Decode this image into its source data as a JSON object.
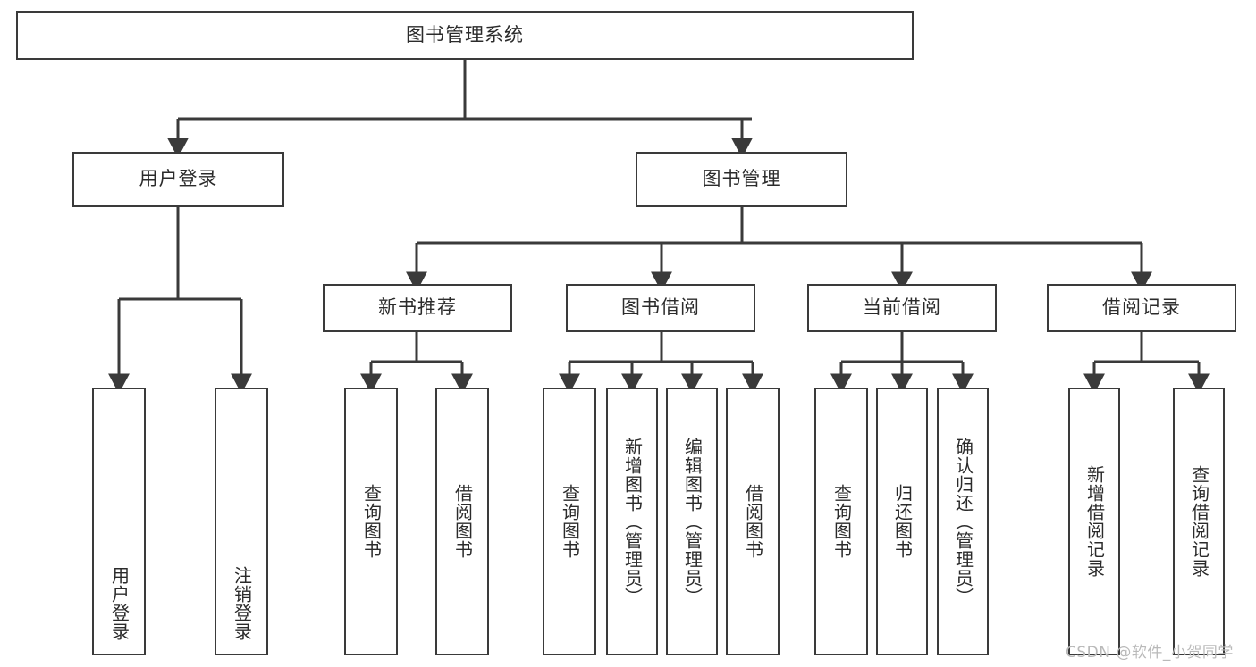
{
  "diagram": {
    "type": "tree-hierarchy",
    "title": "图书管理系统",
    "root": {
      "id": "root",
      "label": "图书管理系统"
    },
    "level1": [
      {
        "id": "user-login",
        "label": "用户登录"
      },
      {
        "id": "book-manage",
        "label": "图书管理"
      }
    ],
    "level2": [
      {
        "id": "new-book-rec",
        "label": "新书推荐",
        "parent": "book-manage"
      },
      {
        "id": "book-borrow",
        "label": "图书借阅",
        "parent": "book-manage"
      },
      {
        "id": "current-borrow",
        "label": "当前借阅",
        "parent": "book-manage"
      },
      {
        "id": "borrow-record",
        "label": "借阅记录",
        "parent": "book-manage"
      }
    ],
    "leaves": [
      {
        "id": "leaf-user-login",
        "label": "用户登录",
        "parent": "user-login"
      },
      {
        "id": "leaf-user-logout",
        "label": "注销登录",
        "parent": "user-login"
      },
      {
        "id": "leaf-query-book-1",
        "label": "查询图书",
        "parent": "new-book-rec"
      },
      {
        "id": "leaf-borrow-book-1",
        "label": "借阅图书",
        "parent": "new-book-rec"
      },
      {
        "id": "leaf-query-book-2",
        "label": "查询图书",
        "parent": "book-borrow"
      },
      {
        "id": "leaf-add-book",
        "label": "新增图书（管理员）",
        "parent": "book-borrow"
      },
      {
        "id": "leaf-edit-book",
        "label": "编辑图书（管理员）",
        "parent": "book-borrow"
      },
      {
        "id": "leaf-borrow-book-2",
        "label": "借阅图书",
        "parent": "book-borrow"
      },
      {
        "id": "leaf-query-book-3",
        "label": "查询图书",
        "parent": "current-borrow"
      },
      {
        "id": "leaf-return-book",
        "label": "归还图书",
        "parent": "current-borrow"
      },
      {
        "id": "leaf-confirm-return",
        "label": "确认归还（管理员）",
        "parent": "current-borrow"
      },
      {
        "id": "leaf-add-record",
        "label": "新增借阅记录",
        "parent": "borrow-record"
      },
      {
        "id": "leaf-query-record",
        "label": "查询借阅记录",
        "parent": "borrow-record"
      }
    ],
    "colors": {
      "stroke": "#3a3a3a",
      "text": "#2b2b2b",
      "background": "#ffffff",
      "watermark": "#b9b9b9"
    }
  },
  "watermark": {
    "text": "CSDN @软件_小贺同学"
  }
}
